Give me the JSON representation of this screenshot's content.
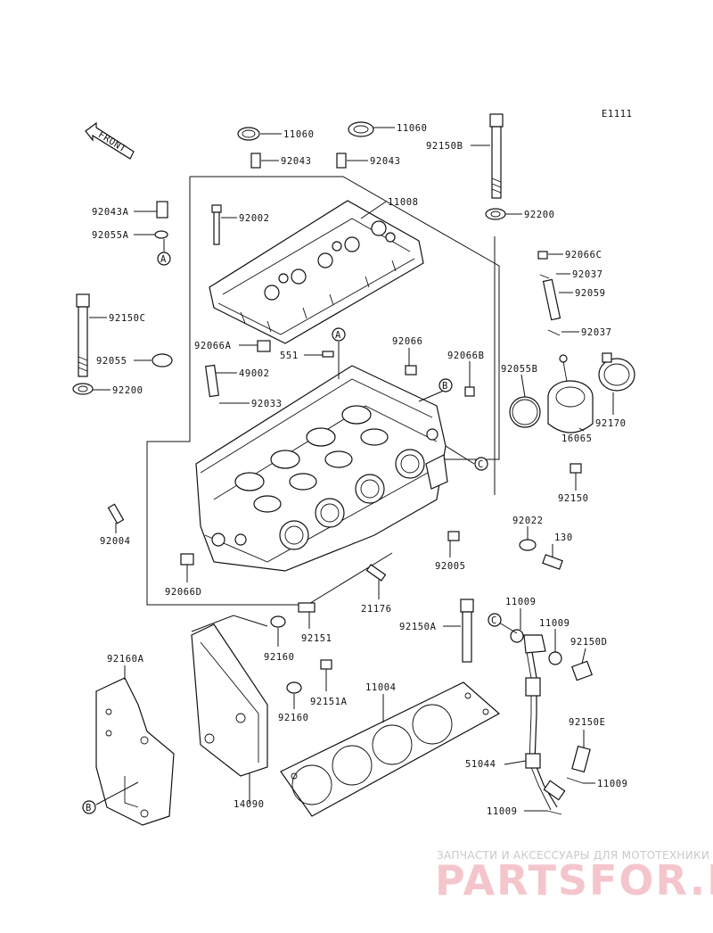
{
  "diagram_code": "E1111",
  "front_label": "FRONT",
  "callouts": {
    "A": "A",
    "B": "B",
    "C": "C"
  },
  "part_numbers": {
    "p11060a": "11060",
    "p11060b": "11060",
    "p92043a": "92043",
    "p92043b": "92043",
    "p92043A": "92043A",
    "p92055A": "92055A",
    "p92002": "92002",
    "p11008": "11008",
    "p92150B": "92150B",
    "p92200a": "92200",
    "p92066C": "92066C",
    "p92037a": "92037",
    "p92059": "92059",
    "p92037b": "92037",
    "p92150C": "92150C",
    "p92055": "92055",
    "p92200b": "92200",
    "p92066A": "92066A",
    "p551": "551",
    "p92066": "92066",
    "p92066B": "92066B",
    "p49002": "49002",
    "p92033": "92033",
    "p92055B": "92055B",
    "p92170": "92170",
    "p16065": "16065",
    "p92150": "92150",
    "p92004": "92004",
    "p92022": "92022",
    "p130": "130",
    "p92005": "92005",
    "p92066D": "92066D",
    "p21176": "21176",
    "p92150A": "92150A",
    "p11009a": "11009",
    "p11009b": "11009",
    "p92150D": "92150D",
    "p92151": "92151",
    "p92160a": "92160",
    "p92160A": "92160A",
    "p92151A": "92151A",
    "p92160b": "92160",
    "p11004": "11004",
    "p92150E": "92150E",
    "p51044": "51044",
    "p11009c": "11009",
    "p14090": "14090",
    "p11009d": "11009"
  },
  "watermark": {
    "tagline": "ЗАПЧАСТИ И АКСЕССУАРЫ ДЛЯ МОТОТЕХНИКИ",
    "brand": "PARTSFOR.RU"
  }
}
